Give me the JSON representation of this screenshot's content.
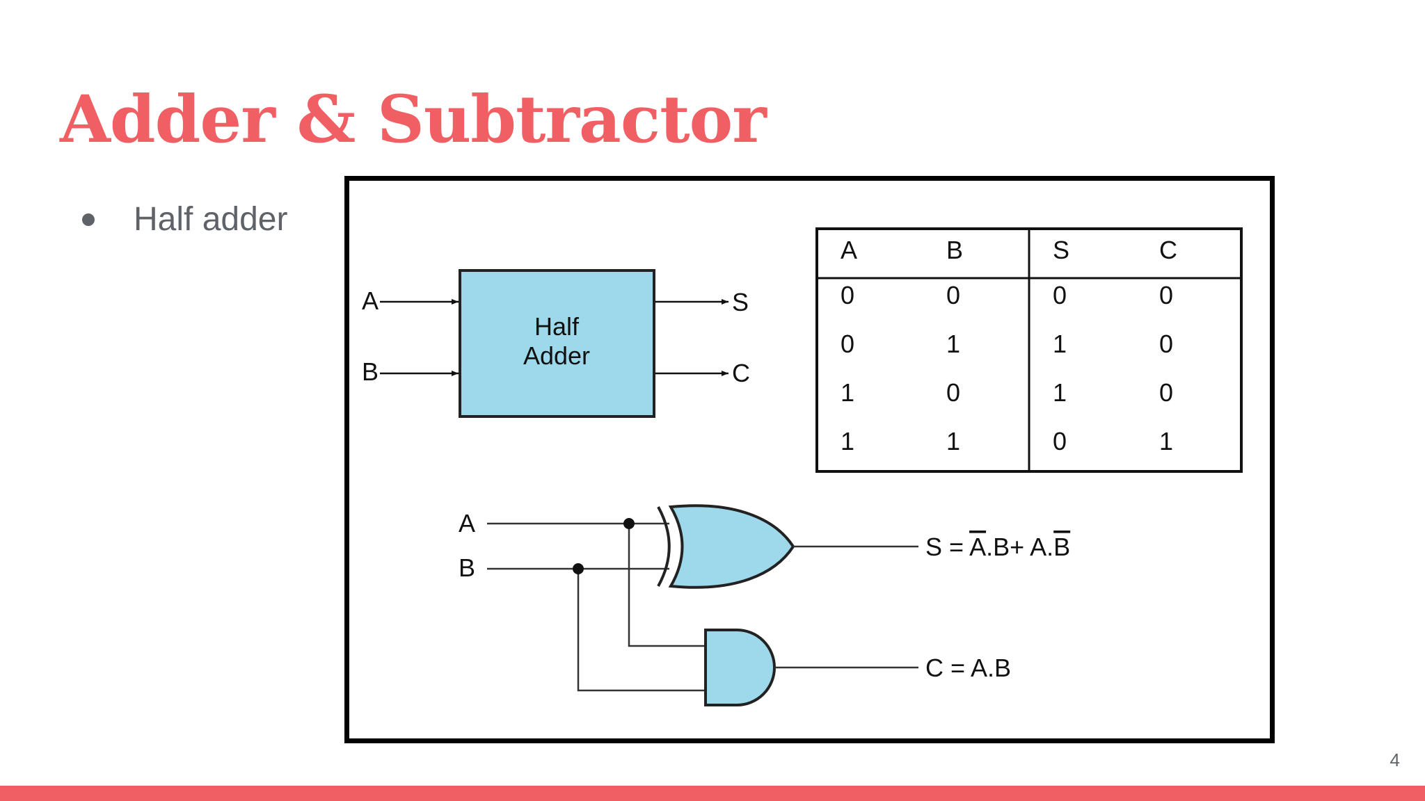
{
  "slide": {
    "title": "Adder & Subtractor",
    "bullet": "Half adder",
    "page_number": "4"
  },
  "colors": {
    "accent": "#f05f63",
    "text_gray": "#5f6368",
    "gate_fill": "#9dd9eb"
  },
  "figure": {
    "block": {
      "title_line1": "Half",
      "title_line2": "Adder",
      "input_a": "A",
      "input_b": "B",
      "output_s": "S",
      "output_c": "C"
    },
    "truth_table": {
      "headers": [
        "A",
        "B",
        "S",
        "C"
      ],
      "rows": [
        [
          "0",
          "0",
          "0",
          "0"
        ],
        [
          "0",
          "1",
          "1",
          "0"
        ],
        [
          "1",
          "0",
          "1",
          "0"
        ],
        [
          "1",
          "1",
          "0",
          "1"
        ]
      ]
    },
    "circuit": {
      "input_a": "A",
      "input_b": "B",
      "sum_prefix": "S = ",
      "sum_term1_var": "A",
      "sum_term1_rest": ".B+ A.",
      "sum_term2_var": "B",
      "carry_expr": "C = A.B"
    }
  }
}
